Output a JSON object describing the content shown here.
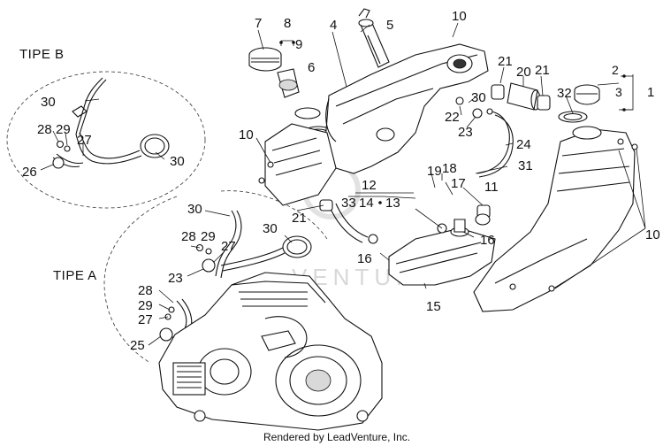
{
  "sections": {
    "tipe_b": "TIPE B",
    "tipe_a": "TIPE A"
  },
  "callouts": {
    "c1": "1",
    "c2": "2",
    "c3": "3",
    "c4": "4",
    "c5": "5",
    "c6": "6",
    "c7": "7",
    "c8": "8",
    "c9": "9",
    "c10": "10",
    "c11": "11",
    "c12": "12",
    "c13": "13",
    "c14": "14",
    "c15": "15",
    "c16": "16",
    "c17": "17",
    "c18": "18",
    "c19": "19",
    "c20": "20",
    "c21": "21",
    "c22": "22",
    "c23": "23",
    "c24": "24",
    "c25": "25",
    "c26": "26",
    "c27": "27",
    "c28": "28",
    "c29": "29",
    "c30": "30",
    "c31": "31",
    "c32": "32",
    "c33": "33"
  },
  "watermark": "VENTURE",
  "credit": "Rendered by LeadVenture, Inc."
}
